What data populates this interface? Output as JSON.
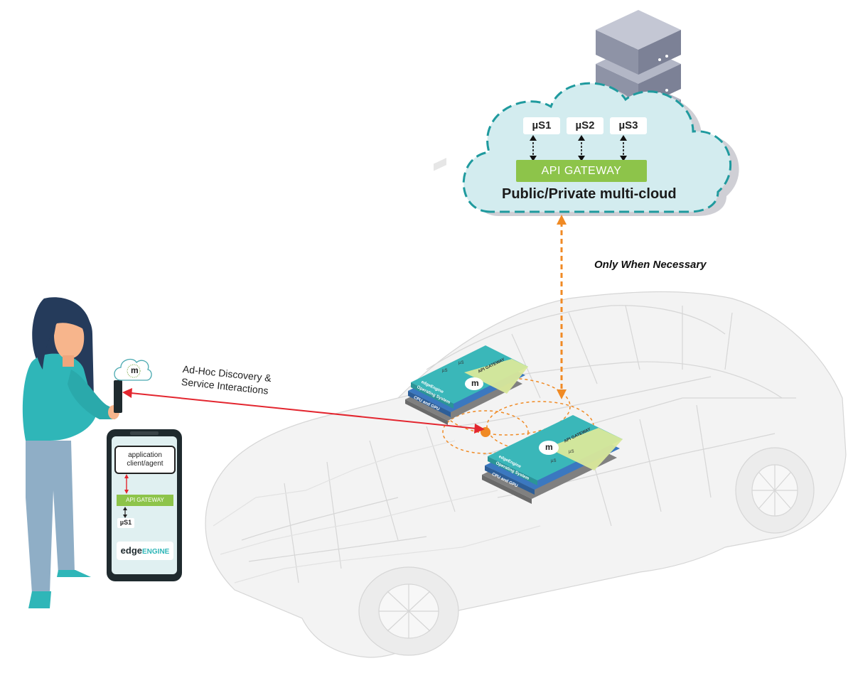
{
  "cloud": {
    "microservices": [
      "µS1",
      "µS2",
      "µS3"
    ],
    "gateway_label": "API GATEWAY",
    "title": "Public/Private multi-cloud"
  },
  "link_note": "Only When Necessary",
  "adhoc_label": [
    "Ad-Hoc Discovery &",
    "Service Interactions"
  ],
  "phone": {
    "app_box": [
      "application",
      "client/agent"
    ],
    "gateway_label": "API GATEWAY",
    "microservice": "µS1",
    "brand": {
      "edge": "edge",
      "engine": "ENGINE"
    }
  },
  "car_module": {
    "gateway_label": "API GATEWAY",
    "engine_label": "edgeEngine",
    "os_label": "Operating System",
    "hw_label": "CPU and GPU",
    "ms_label": "µS",
    "logo_letter": "m"
  },
  "colors": {
    "cloud_fill": "#d3ecef",
    "cloud_border": "#1f9a9e",
    "gateway": "#8dc44a",
    "orange": "#f08a24",
    "red": "#e3262f",
    "teal": "#3ab7b9",
    "navy": "#253b5b"
  }
}
